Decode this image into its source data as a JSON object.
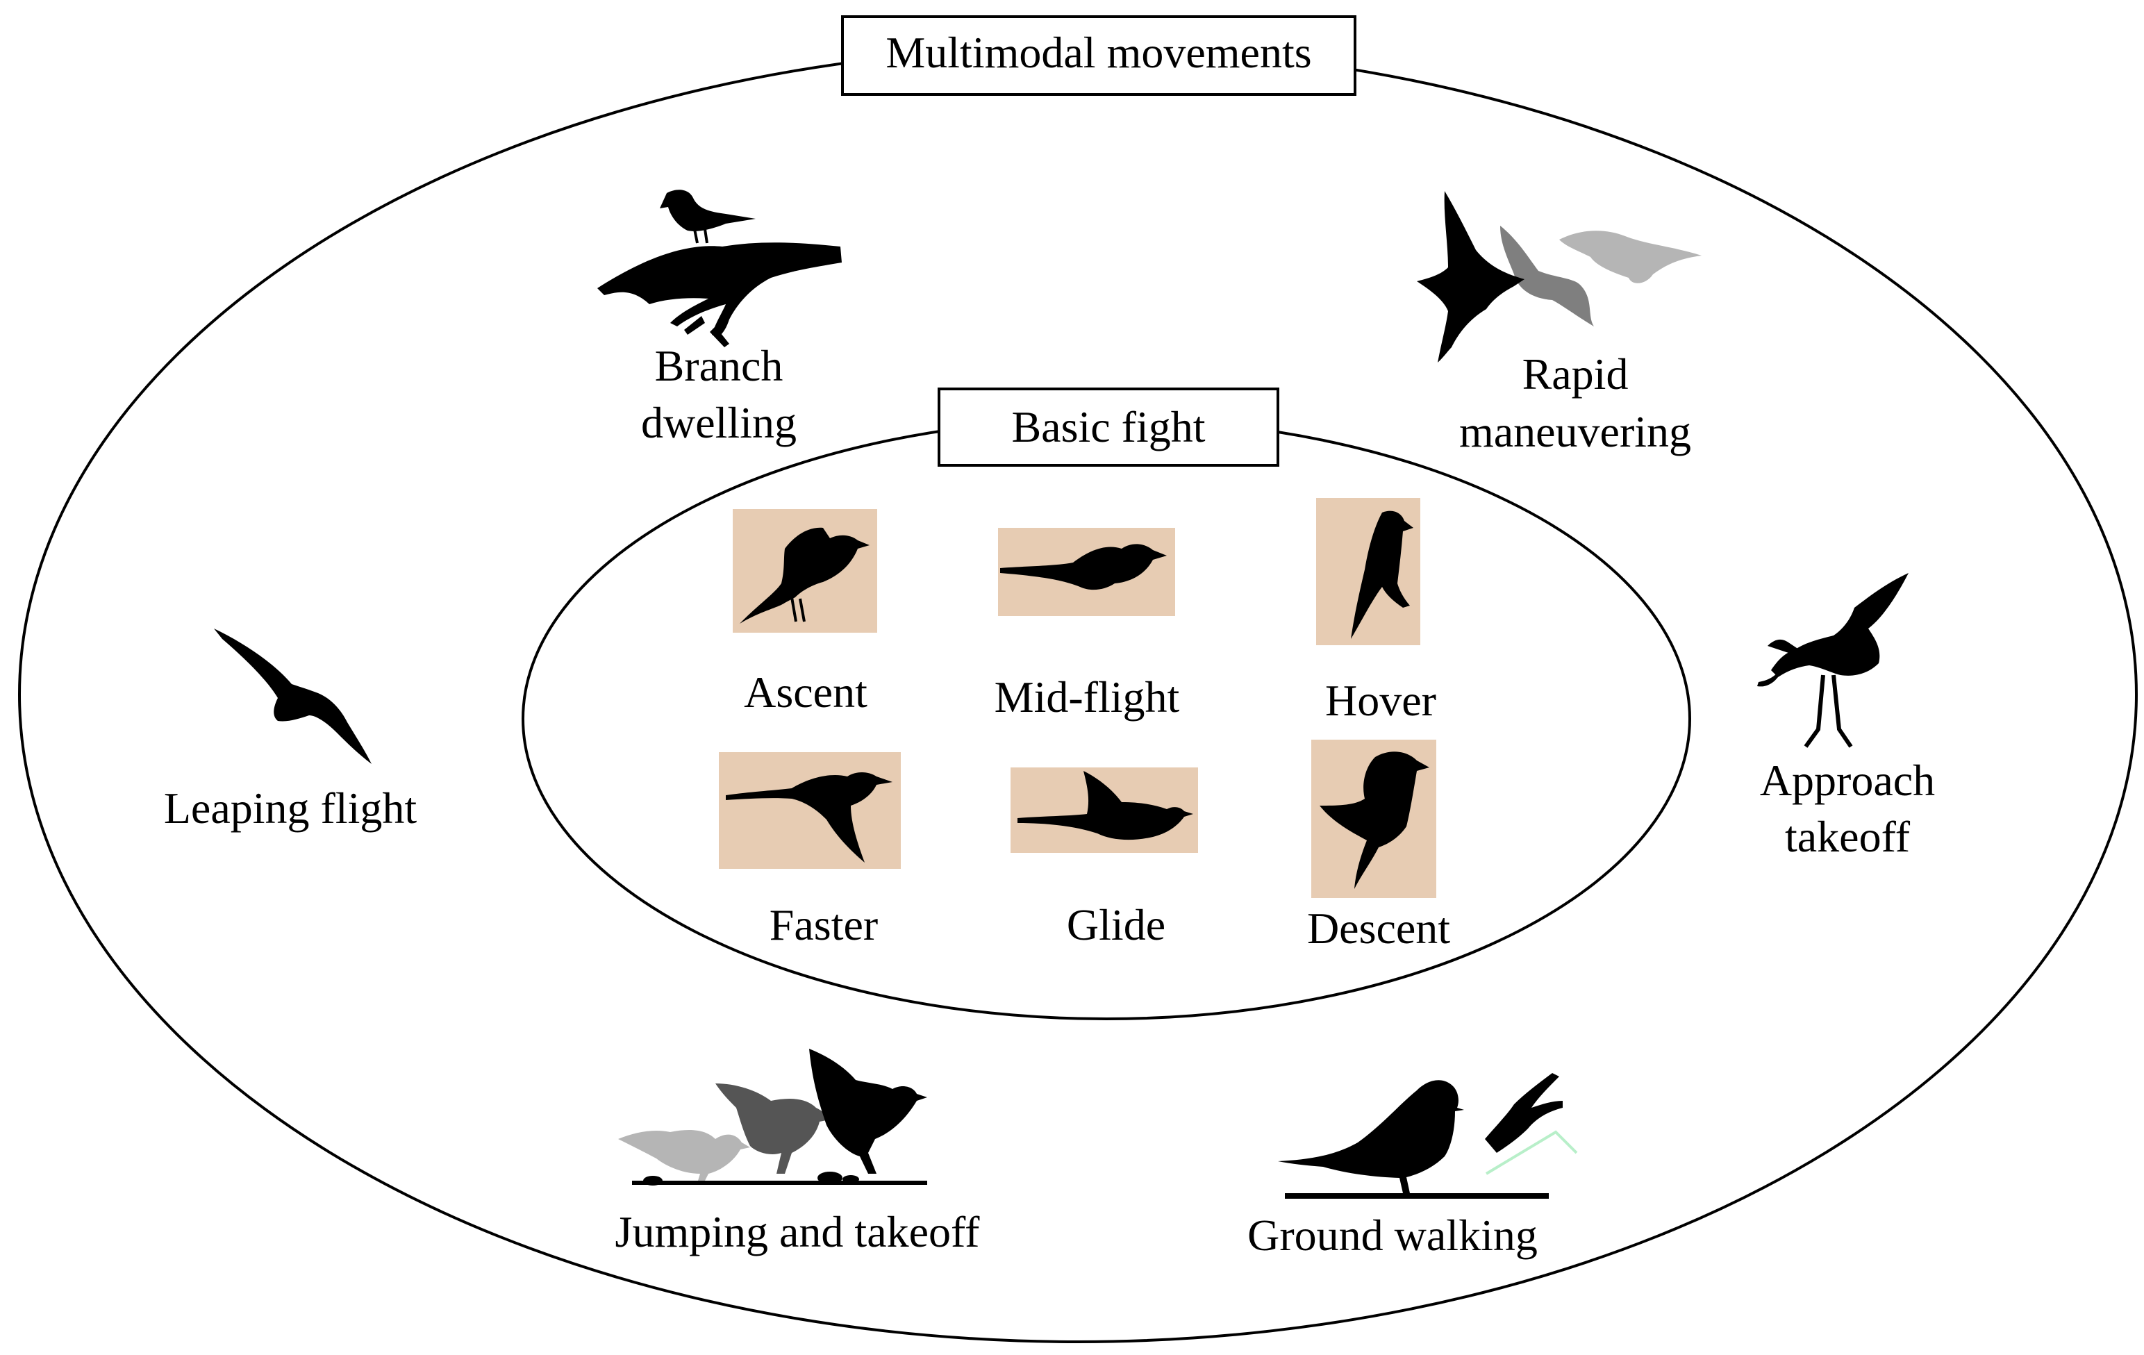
{
  "outer": {
    "title": "Multimodal movements",
    "modes": {
      "branch_dwelling": [
        "Branch",
        "dwelling"
      ],
      "rapid_maneuvering": [
        "Rapid",
        "maneuvering"
      ],
      "leaping_flight": "Leaping flight",
      "approach_takeoff": [
        "Approach",
        "takeoff"
      ],
      "jumping_takeoff": "Jumping and takeoff",
      "ground_walking": "Ground walking"
    }
  },
  "inner": {
    "title": "Basic fight",
    "states": {
      "ascent": "Ascent",
      "mid_flight": "Mid-flight",
      "hover": "Hover",
      "faster": "Faster",
      "glide": "Glide",
      "descent": "Descent"
    }
  },
  "colors": {
    "line": "#000000",
    "silhouette": "#000000",
    "photo_bg": "#e7ccb3",
    "gray_dark": "#666666",
    "gray_mid": "#8f8f8f",
    "gray_light": "#b5b5b5",
    "faint_green": "#b8efc9"
  }
}
